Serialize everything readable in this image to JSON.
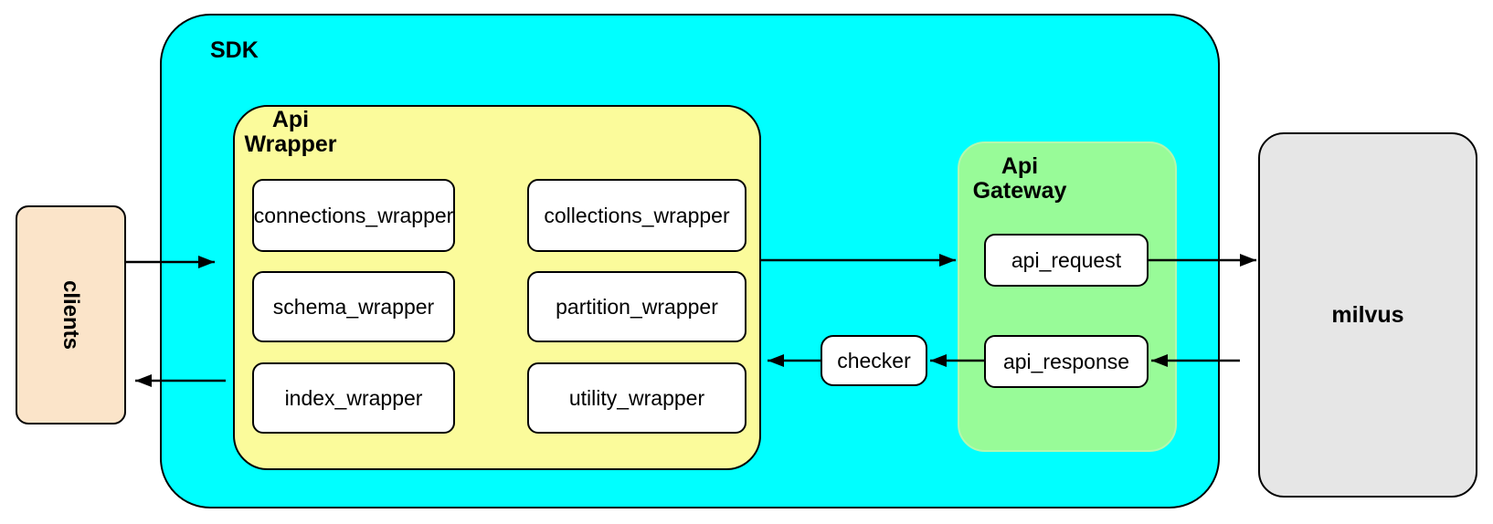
{
  "colors": {
    "sdk": "#00FFFF",
    "wrapper": "#FBFB9B",
    "gateway": "#98FB98",
    "gateway_border": "#B4F7AE",
    "clients": "#FBE4C9",
    "milvus": "#E6E6E6",
    "box": "#FFFFFF",
    "stroke": "#000000"
  },
  "nodes": {
    "clients": {
      "label": "clients"
    },
    "sdk": {
      "label": "SDK"
    },
    "api_wrapper": {
      "title_line1": "Api",
      "title_line2": "Wrapper",
      "modules": [
        "connections_wrapper",
        "collections_wrapper",
        "schema_wrapper",
        "partition_wrapper",
        "index_wrapper",
        "utility_wrapper"
      ]
    },
    "checker": {
      "label": "checker"
    },
    "api_gateway": {
      "title_line1": "Api",
      "title_line2": "Gateway",
      "request": "api_request",
      "response": "api_response"
    },
    "milvus": {
      "label": "milvus"
    }
  }
}
